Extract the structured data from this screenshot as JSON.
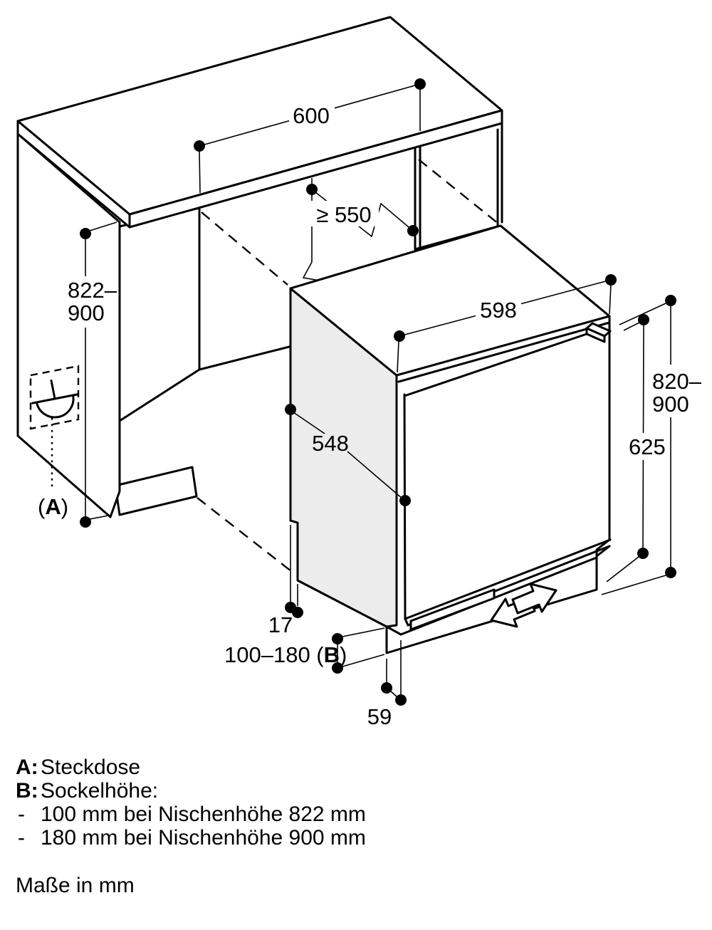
{
  "drawing": {
    "type": "appliance installation diagram",
    "subject": "built-under refrigerator in kitchen niche",
    "units_note": "Maße in mm"
  },
  "dims": {
    "niche_width": "600",
    "niche_depth": "≥ 550",
    "niche_height": {
      "line1": "822–",
      "line2": "900"
    },
    "appliance_width": "598",
    "appliance_depth": "548",
    "appliance_height": {
      "line1": "820–",
      "line2": "900"
    },
    "door_height": "625",
    "side_gap": "17",
    "plinth_height": {
      "prefix": "100–180 (",
      "key": "B",
      "suffix": ")"
    },
    "plinth_recess": "59"
  },
  "callouts": {
    "socket": {
      "prefix": "(",
      "key": "A",
      "suffix": ")"
    }
  },
  "legend": {
    "a_key": "A:",
    "a_text": "Steckdose",
    "b_key": "B:",
    "b_text": "Sockelhöhe:",
    "items": [
      {
        "bullet": "-",
        "text": "100 mm bei Nischenhöhe 822 mm"
      },
      {
        "bullet": "-",
        "text": "180 mm bei Nischenhöhe 900 mm"
      }
    ],
    "units": "Maße in mm"
  },
  "colors": {
    "line": "#000000",
    "side_face": "#ececec",
    "background": "#ffffff"
  }
}
